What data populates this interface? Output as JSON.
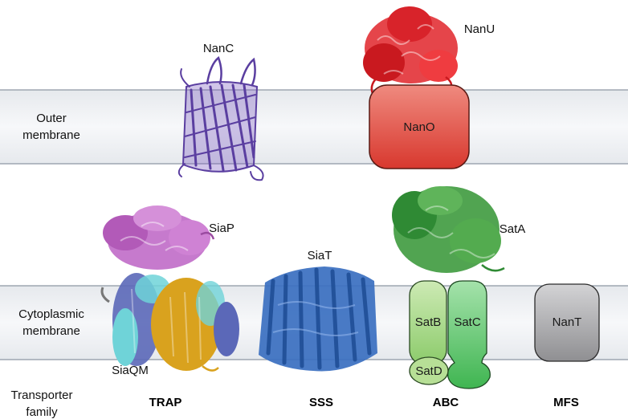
{
  "membranes": {
    "outer": {
      "line1": "Outer",
      "line2": "membrane"
    },
    "cytoplasmic": {
      "line1": "Cytoplasmic",
      "line2": "membrane"
    }
  },
  "family_header": {
    "line1": "Transporter",
    "line2": "family"
  },
  "families": {
    "trap": "TRAP",
    "sss": "SSS",
    "abc": "ABC",
    "mfs": "MFS"
  },
  "proteins": {
    "nanc": "NanC",
    "nanu": "NanU",
    "nano": "NanO",
    "siap": "SiaP",
    "siaqm": "SiaQM",
    "siat": "SiaT",
    "sata": "SatA",
    "satb": "SatB",
    "satc": "SatC",
    "satd": "SatD",
    "nant": "NanT"
  },
  "colors": {
    "membrane_fill": "#eef0f3",
    "membrane_line": "#9aa3ad",
    "nanc": "#6a4cb0",
    "nanu": "#e0242a",
    "nano": "#e2574c",
    "siap": "#c06bc8",
    "siaqm_cyan": "#6fd3d8",
    "siaqm_gold": "#d9a21e",
    "siaqm_blue": "#5b68b8",
    "siat": "#3a6fc0",
    "sata": "#3e9a3e",
    "satb": "#a6d98a",
    "satc": "#5fc46a",
    "satd": "#b7df96",
    "nant": "#a9a9ab"
  }
}
